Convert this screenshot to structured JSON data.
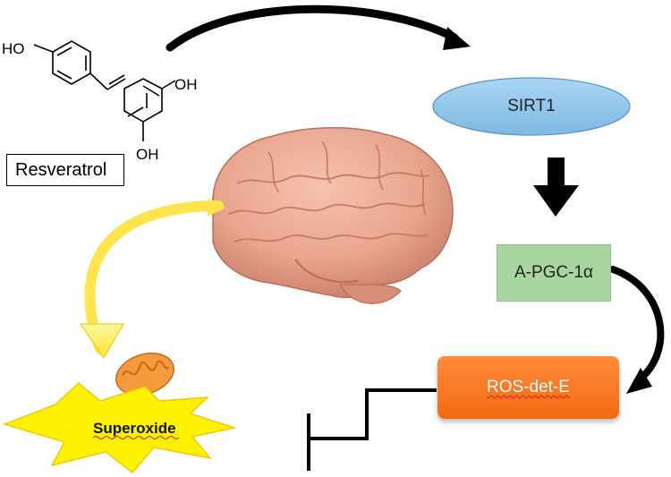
{
  "resveratrol": {
    "label": "Resveratrol",
    "group_top_left": "HO",
    "group_right": "OH",
    "group_bottom": "OH"
  },
  "nodes": {
    "sirt1": "SIRT1",
    "pgc": "A-PGC-1α",
    "ros": "ROS-det-E",
    "superoxide": "Superoxide"
  },
  "colors": {
    "sirt1_fill": "#8ec4ea",
    "pgc_fill": "#a8d5a0",
    "ros_fill": "#f27a22",
    "burst_fill": "#fff200",
    "yellow_arrow": "#ffe44d",
    "brain": "#e9a58e",
    "mitochondrion": "#f59a3c"
  },
  "icons": {
    "brain": "brain-icon",
    "mitochondrion": "mitochondrion-icon"
  }
}
